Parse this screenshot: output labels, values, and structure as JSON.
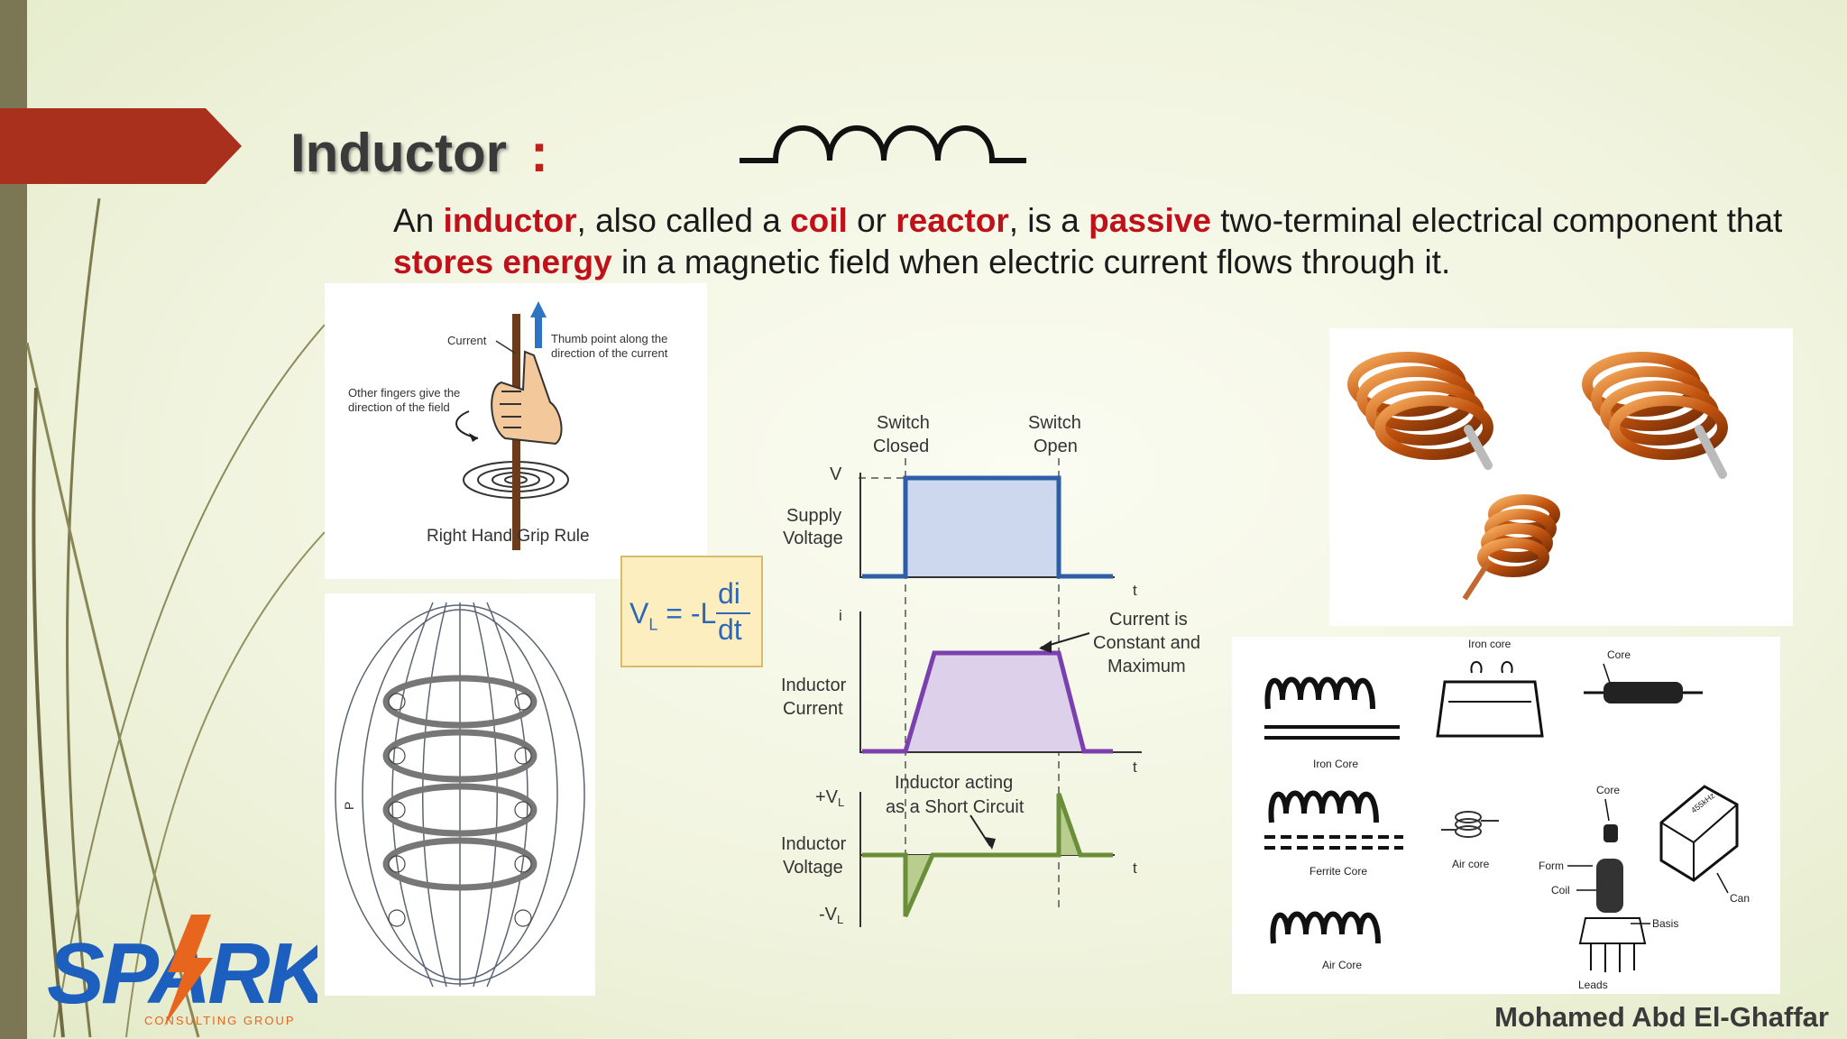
{
  "slide": {
    "title": "Inductor",
    "title_colon": ":",
    "description": {
      "p1": "An ",
      "k1": "inductor",
      "p2": ", also called a ",
      "k2": "coil",
      "p3": " or ",
      "k3": "reactor",
      "p4": ", is a ",
      "k4": "passive",
      "p5": " two-terminal electrical component that ",
      "k5": "stores energy",
      "p6": " in a magnetic field when electric current flows through it."
    },
    "author": "Mohamed Abd El-Ghaffar",
    "accent_color": "#c0101a"
  },
  "right_hand_rule": {
    "current_label": "Current",
    "thumb_line1": "Thumb point along the",
    "thumb_line2": "direction of the current",
    "fingers_line1": "Other fingers give the",
    "fingers_line2": "direction of the field",
    "caption": "Right Hand Grip Rule"
  },
  "field_diagram": {
    "p_label": "P"
  },
  "formula": {
    "lhs": "V",
    "lhs_sub": "L",
    "eq": " = -L",
    "num": "di",
    "den": "dt"
  },
  "waveform": {
    "switch_closed_1": "Switch",
    "switch_closed_2": "Closed",
    "switch_open_1": "Switch",
    "switch_open_2": "Open",
    "v_label": "V",
    "supply_1": "Supply",
    "supply_2": "Voltage",
    "t_label": "t",
    "i_label": "i",
    "current_1": "Inductor",
    "current_2": "Current",
    "const_1": "Current is",
    "const_2": "Constant and",
    "const_3": "Maximum",
    "pvl": "+V",
    "pvl_sub": "L",
    "nvl": "-V",
    "nvl_sub": "L",
    "voltage_1": "Inductor",
    "voltage_2": "Voltage",
    "short_1": "Inductor acting",
    "short_2": "as a Short Circuit"
  },
  "inductor_types": {
    "iron_core": "Iron Core",
    "ferrite_core": "Ferrite Core",
    "air_core_symbol": "Air Core",
    "iron_core_pic": "Iron core",
    "core_top": "Core",
    "air_core_pic": "Air core",
    "core2": "Core",
    "form": "Form",
    "coil": "Coil",
    "can": "Can",
    "basis": "Basis",
    "leads": "Leads",
    "can_marking": "455kHz"
  },
  "logo": {
    "brand": "SPARK",
    "sub": "CONSULTING GROUP"
  }
}
